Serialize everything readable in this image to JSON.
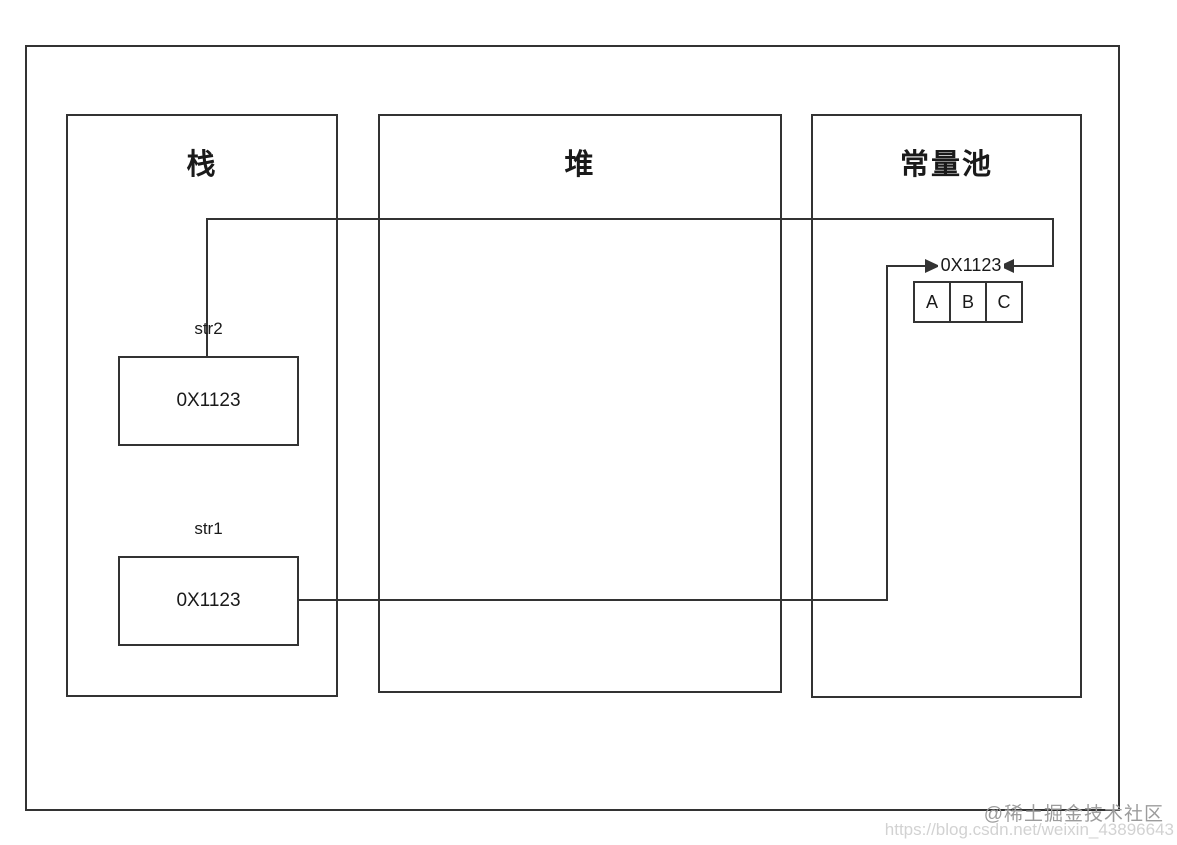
{
  "diagram": {
    "regions": {
      "stack": {
        "title": "栈"
      },
      "heap": {
        "title": "堆"
      },
      "constant_pool": {
        "title": "常量池",
        "address": "0X1123",
        "cells": [
          "A",
          "B",
          "C"
        ]
      }
    },
    "stack_variables": [
      {
        "label": "str2",
        "value": "0X1123"
      },
      {
        "label": "str1",
        "value": "0X1123"
      }
    ]
  },
  "watermark": {
    "community": "@稀土掘金技术社区",
    "url": "https://blog.csdn.net/weixin_43896643"
  },
  "colors": {
    "line": "#333333",
    "background": "#ffffff",
    "watermark_community": "#9c9c9c",
    "watermark_url": "#d2d2d2"
  }
}
